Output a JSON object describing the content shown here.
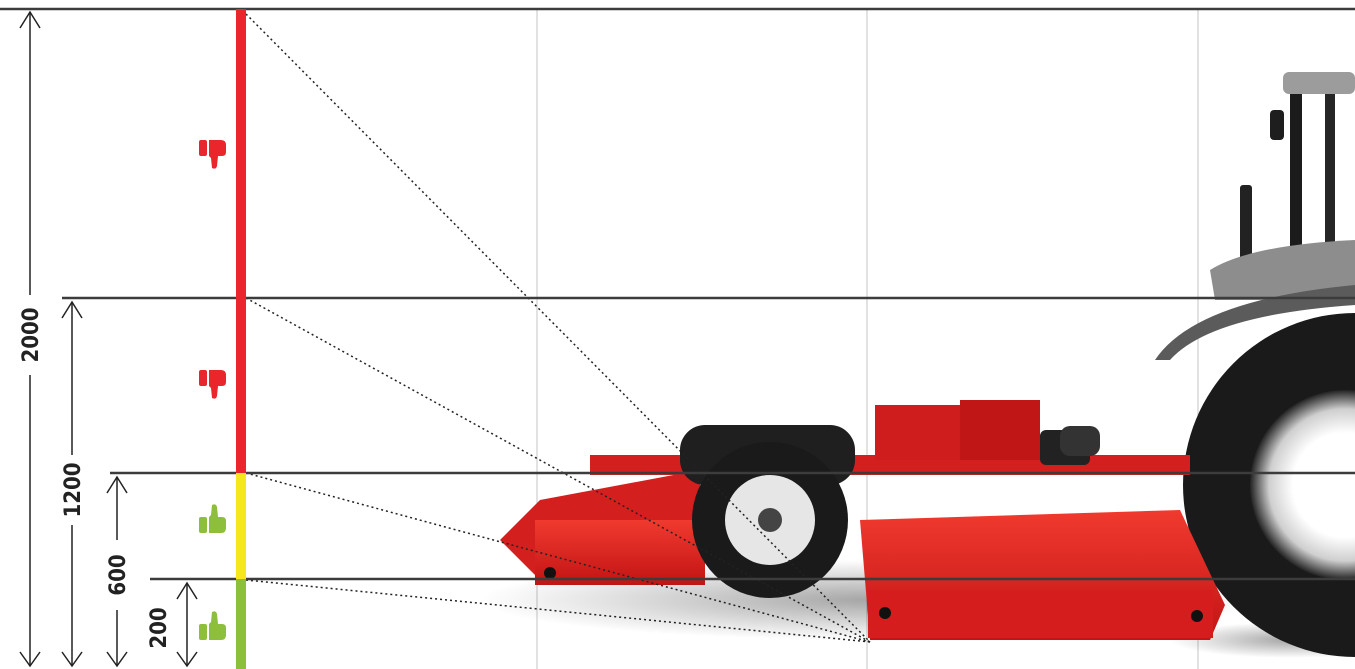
{
  "dimensions": [
    {
      "label": "2000"
    },
    {
      "label": "1200"
    },
    {
      "label": "600"
    },
    {
      "label": "200"
    }
  ],
  "zones": [
    {
      "color": "#e8262b",
      "rating": "thumbs-down-icon"
    },
    {
      "color": "#e8262b",
      "rating": "thumbs-down-icon"
    },
    {
      "color": "#f5e61e",
      "rating": "thumbs-up-icon"
    },
    {
      "color": "#8dbf3c",
      "rating": "thumbs-up-icon"
    }
  ],
  "colors": {
    "danger": "#e8262b",
    "caution": "#f5e61e",
    "safe": "#8dbf3c",
    "mower": "#d81e1e",
    "tractor": "#9a9a9a"
  }
}
